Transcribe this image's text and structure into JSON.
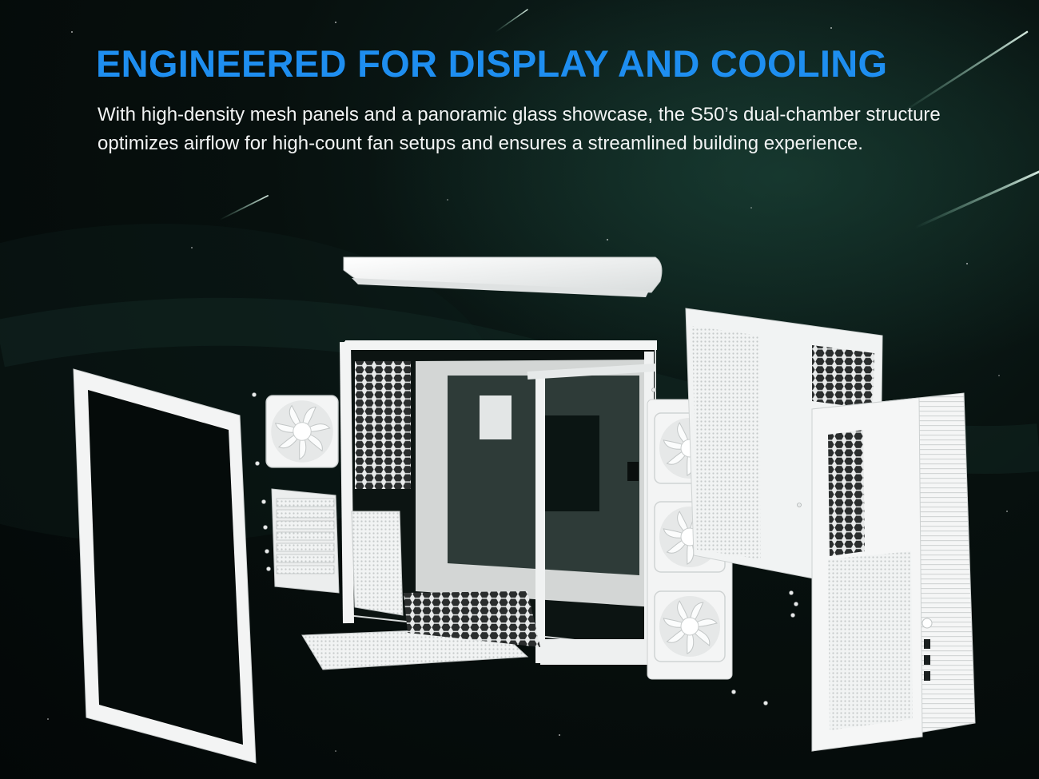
{
  "hero": {
    "headline": "ENGINEERED FOR DISPLAY AND COOLING",
    "body": "With high-density mesh panels and a panoramic glass showcase, the S50’s dual-chamber structure optimizes airflow for high-count fan setups and ensures a streamlined building experience."
  },
  "colors": {
    "headline": "#1e8ef0",
    "body_text": "#f2f4f4",
    "background": "#050a09",
    "product": "#f3f5f5"
  },
  "illustration": {
    "subject": "exploded-view-pc-case",
    "icons": [
      "top-panel-icon",
      "glass-side-panel-icon",
      "rear-fan-icon",
      "pcie-slot-covers-icon",
      "chassis-frame-icon",
      "front-fan-stack-icon",
      "mesh-side-panel-icon",
      "front-panel-icon",
      "bottom-dust-filter-icon",
      "screws-icon"
    ]
  }
}
